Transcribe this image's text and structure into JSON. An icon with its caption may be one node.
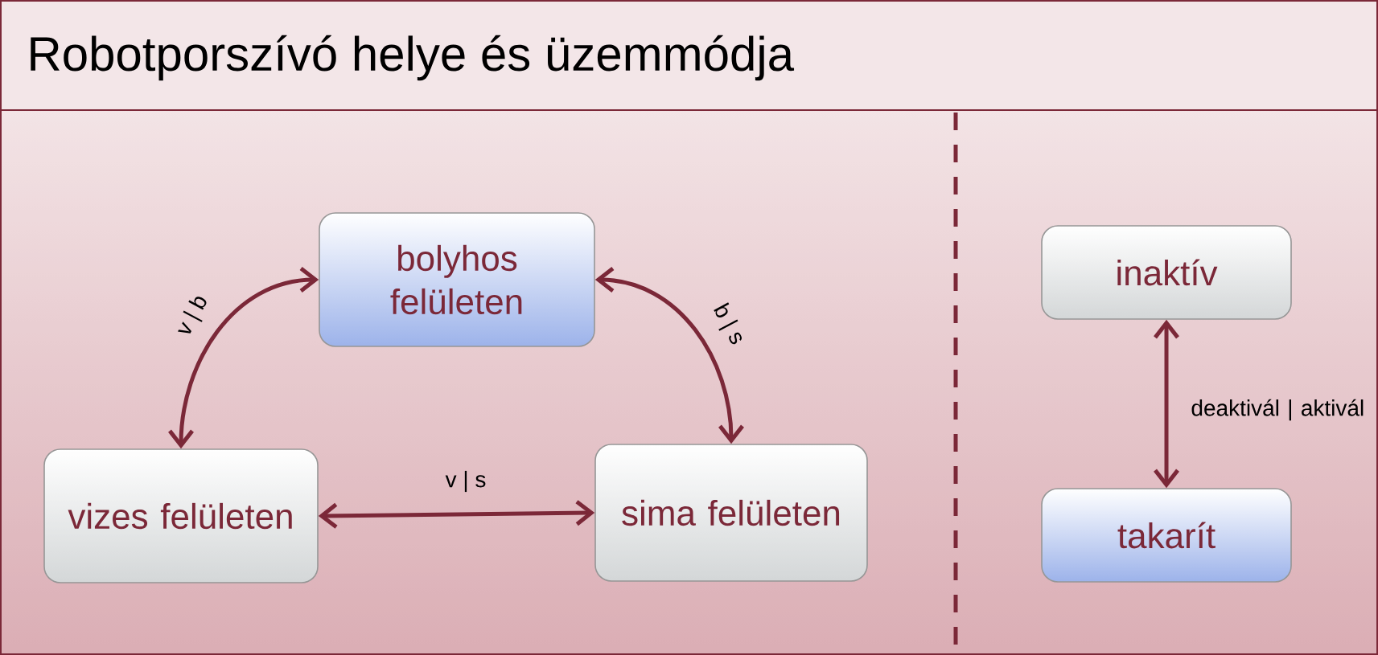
{
  "diagram": {
    "title": "Robotporszívó helye és üzemmódja",
    "nodes": [
      {
        "text": [
          "bolyhos felületen"
        ]
      },
      {
        "text": [
          "vizes felületen"
        ]
      },
      {
        "text": [
          "sima felületen"
        ]
      },
      {
        "text": [
          "inaktív"
        ]
      },
      {
        "text": [
          "takarít"
        ]
      }
    ],
    "edges": [
      {
        "from": 1,
        "to": 0,
        "arrow": "both",
        "label": "v | b"
      },
      {
        "from": 0,
        "to": 2,
        "arrow": "both",
        "label": "b | s"
      },
      {
        "from": 1,
        "to": 2,
        "arrow": "both",
        "label": "v | s"
      },
      {
        "from": 3,
        "to": 4,
        "arrow": "both",
        "label": "deaktivál | aktivál"
      }
    ]
  }
}
